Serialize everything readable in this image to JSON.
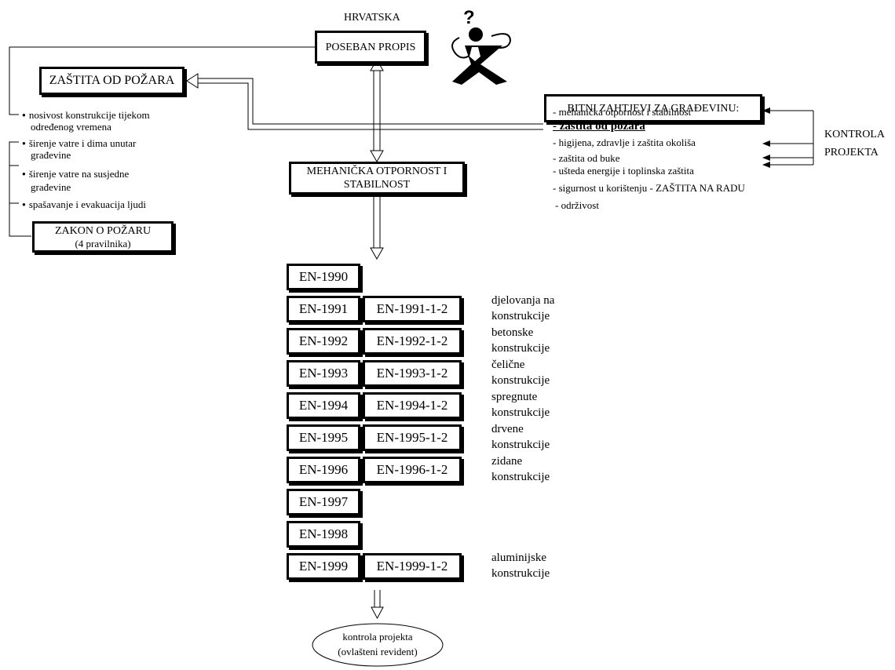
{
  "header": {
    "country": "HRVATSKA",
    "poseban_propis": "POSEBAN PROPIS"
  },
  "fire": {
    "title": "ZAŠTITA OD POŽARA",
    "items": [
      "nosivost konstrukcije tijekom",
      "određenog vremena",
      "širenje vatre i dima unutar",
      "građevine",
      "širenje vatre na susjedne",
      "građevine",
      "spašavanje i evakuacija ljudi"
    ],
    "law_title": "ZAKON O POŽARU",
    "law_subtitle": "(4 pravilnika)"
  },
  "requirements": {
    "title": "BITNI ZAHTJEVI ZA GRAĐEVINU:",
    "items": [
      "- mehanička otpornost i stabilnost",
      "- zaštita od požara",
      "- higijena, zdravlje i zaštita okoliša",
      "- zaštita od buke",
      "- ušteda energije i toplinska zaštita",
      "- sigurnost u korištenju - ZAŠTITA NA RADU",
      "- održivost"
    ],
    "control_line1": "KONTROLA",
    "control_line2": "PROJEKTA"
  },
  "mechanical": {
    "line1": "MEHANIČKA OTPORNOST I",
    "line2": "STABILNOST"
  },
  "eurocodes": [
    {
      "code": "EN-1990",
      "part": "",
      "desc": ""
    },
    {
      "code": "EN-1991",
      "part": "EN-1991-1-2",
      "desc": "djelovanja na\nkonstrukcije"
    },
    {
      "code": "EN-1992",
      "part": "EN-1992-1-2",
      "desc": "betonske\nkonstrukcije"
    },
    {
      "code": "EN-1993",
      "part": "EN-1993-1-2",
      "desc": "čelične\nkonstrukcije"
    },
    {
      "code": "EN-1994",
      "part": "EN-1994-1-2",
      "desc": "spregnute\nkonstrukcije"
    },
    {
      "code": "EN-1995",
      "part": "EN-1995-1-2",
      "desc": " drvene\nkonstrukcije"
    },
    {
      "code": "EN-1996",
      "part": "EN-1996-1-2",
      "desc": "zidane\nkonstrukcije"
    },
    {
      "code": "EN-1997",
      "part": "",
      "desc": ""
    },
    {
      "code": "EN-1998",
      "part": "",
      "desc": ""
    },
    {
      "code": "EN-1999",
      "part": "EN-1999-1-2",
      "desc": "aluminijske\nkonstrukcije"
    }
  ],
  "footer": {
    "line1": "kontrola projekta",
    "line2": "(ovlašteni revident)"
  },
  "icons": {
    "person": "confused-person-icon"
  }
}
